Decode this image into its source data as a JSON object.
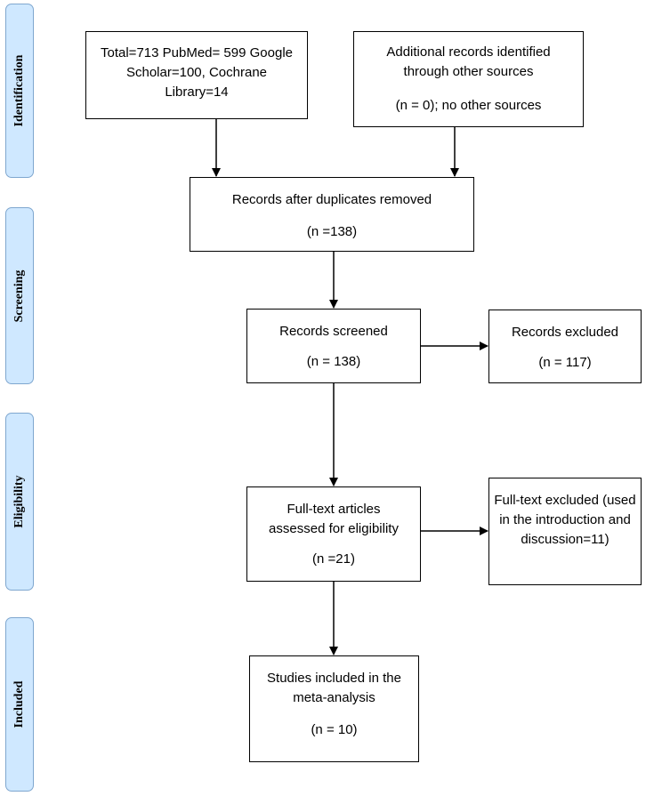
{
  "phases": {
    "identification": "Identification",
    "screening": "Screening",
    "eligibility": "Eligibility",
    "included": "Included"
  },
  "boxes": {
    "search": {
      "text": "Total=713 PubMed= 599 Google\nScholar=100, Cochrane\nLibrary=14"
    },
    "other": {
      "text": "Additional records identified\nthrough other sources",
      "n": "(n = 0); no other sources"
    },
    "duplicates": {
      "text": "Records after duplicates removed",
      "n": "(n =138)"
    },
    "screened": {
      "text": "Records screened",
      "n": "(n = 138)"
    },
    "excluded": {
      "text": "Records excluded",
      "n": "(n = 117)"
    },
    "fulltext": {
      "text": "Full-text articles\nassessed for eligibility",
      "n": "(n =21)"
    },
    "fulltext_excluded": {
      "text": "Full-text excluded (used\nin the introduction and\ndiscussion=11)"
    },
    "included": {
      "text": "Studies included in the\nmeta-analysis",
      "n": "(n = 10)"
    }
  }
}
